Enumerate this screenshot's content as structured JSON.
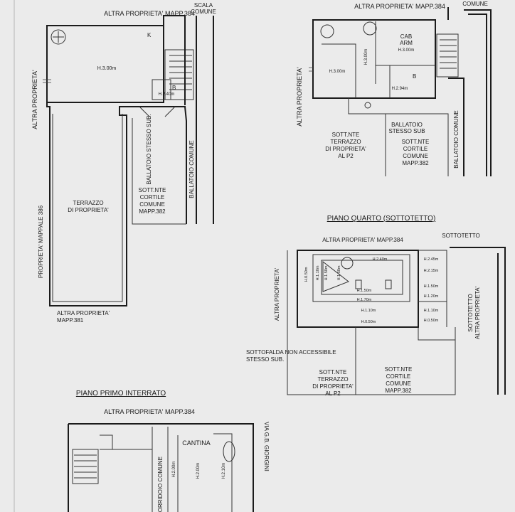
{
  "labels": {
    "top_left_altra": "ALTRA PROPRIETA' MAPP.384",
    "scala": "SCALA",
    "comune": "COMUNE",
    "left_altra_vertical": "ALTRA PROPRIETA'",
    "k": "K",
    "h300_a": "H.3.00m",
    "b_a": "B",
    "h240_a": "H.2.40m",
    "ballatoio_stesso": "BALLATOIO STESSO SUB.",
    "ballatoio_comune": "BALLATOIO COMUNE",
    "terrazzo_1": "TERRAZZO",
    "terrazzo_2": "DI PROPRIETA'",
    "sott_1": "SOTT.NTE",
    "sott_2": "CORTILE",
    "sott_3": "COMUNE",
    "sott_4": "MAPP.382",
    "mappale_386": "PROPRIETA' MAPPALE 386",
    "bottom_altra_1": "ALTRA PROPRIETA'",
    "bottom_altra_2": "MAPP.381",
    "tr_top_altra": "ALTRA PROPRIETA' MAPP.384",
    "tr_comune": "COMUNE",
    "tr_left_altra": "ALTRA PROPRIETA'",
    "cab_1": "CAB",
    "cab_2": "ARM",
    "h300_b": "H.3.00m",
    "h300_c": "H.3.00m",
    "h300_d": "H.3.00m",
    "b_b": "B",
    "h294": "H.2.94m",
    "ballatoio_b_1": "BALLATOIO",
    "ballatoio_b_2": "STESSO SUB",
    "ballatoio_comune_b": "BALLATOIO COMUNE",
    "tr_terr_1": "SOTT.NTE",
    "tr_terr_2": "TERRAZZO",
    "tr_terr_3": "DI PROPRIETA'",
    "tr_terr_4": "AL P2",
    "tr_cort_1": "SOTT.NTE",
    "tr_cort_2": "CORTILE",
    "tr_cort_3": "COMUNE",
    "tr_cort_4": "MAPP.382",
    "piano_quarto": "PIANO  QUARTO (SOTTOTETTO)",
    "q_top_altra": "ALTRA PROPRIETA' MAPP.384",
    "q_sottotetto": "SOTTOTETTO",
    "q_left_altra": "ALTRA PROPRIETA'",
    "q_right_1": "SOTTOTETTO",
    "q_right_2": "ALTRA PROPRIETA'",
    "h050_a": "H.0.50m",
    "h110_a": "H.1.10m",
    "h150_a": "H.1.50m",
    "h240": "H.2.40m",
    "h150_b": "H.1.50m",
    "h150_c": "H.1.50m",
    "h170": "H.1.70m",
    "h110_b": "H.1.10m",
    "h050_b": "H.0.50m",
    "h245": "H.2.45m",
    "h215": "H.2.15m",
    "h150_d": "H.1.50m",
    "h120": "H.1.20m",
    "h110_c": "H.1.10m",
    "h050_c": "H.0.50m",
    "sottofalda_1": "SOTTOFALDA NON ACCESSIBILE",
    "sottofalda_2": "STESSO SUB.",
    "q_terr_1": "SOTT.NTE",
    "q_terr_2": "TERRAZZO",
    "q_terr_3": "DI PROPRIETA'",
    "q_terr_4": "AL P2",
    "q_cort_1": "SOTT.NTE",
    "q_cort_2": "CORTILE",
    "q_cort_3": "COMUNE",
    "q_cort_4": "MAPP.382",
    "piano_interrato": "PIANO  PRIMO INTERRATO",
    "i_top_altra": "ALTRA PROPRIETA' MAPP.384",
    "cantina": "CANTINA",
    "corridoio": "CORRIDOIO COMUNE",
    "h200": "H.2.00m",
    "h200_b": "H.2.00m",
    "h210": "H.2.10m",
    "via": "VIA G.B. GIORGINI"
  }
}
